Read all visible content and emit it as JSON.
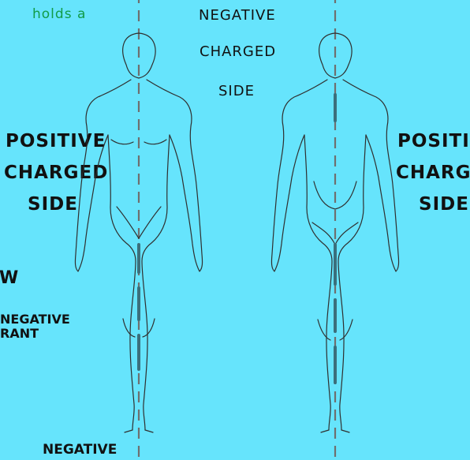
{
  "top_text": "holds a",
  "center_label": [
    "NEGATIVE",
    "CHARGED",
    "SIDE"
  ],
  "left_label": [
    "POSITIVE",
    "CHARGED",
    "SIDE"
  ],
  "right_label": [
    "POSITIVE",
    "CHARGED",
    "SIDE"
  ],
  "cut_text": {
    "w": "W",
    "negative": "NEGATIVE",
    "rant": "RANT",
    "bottom_negative": "NEGATIVE"
  },
  "colors": {
    "background": "#66e4fc",
    "outline": "#2f2f2f",
    "dashed_line": "#6f6f6f",
    "accent_text": "#119b47"
  }
}
